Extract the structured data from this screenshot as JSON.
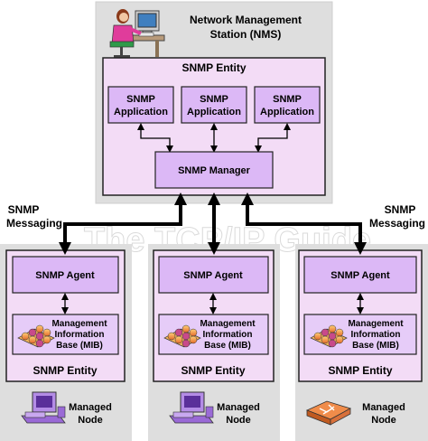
{
  "nms": {
    "title_line1": "Network Management",
    "title_line2": "Station (NMS)",
    "entity_label": "SNMP Entity",
    "applications": [
      {
        "line1": "SNMP",
        "line2": "Application"
      },
      {
        "line1": "SNMP",
        "line2": "Application"
      },
      {
        "line1": "SNMP",
        "line2": "Application"
      }
    ],
    "manager_label": "SNMP Manager"
  },
  "messaging": {
    "left_line1": "SNMP",
    "left_line2": "Messaging",
    "right_line1": "SNMP",
    "right_line2": "Messaging"
  },
  "watermark": "The TCP/IP Guide",
  "managed_nodes": [
    {
      "agent_label": "SNMP Agent",
      "mib_line1": "Management",
      "mib_line2": "Information",
      "mib_line3": "Base (MIB)",
      "entity_label": "SNMP Entity",
      "node_line1": "Managed",
      "node_line2": "Node",
      "device_icon": "computer-icon"
    },
    {
      "agent_label": "SNMP Agent",
      "mib_line1": "Management",
      "mib_line2": "Information",
      "mib_line3": "Base (MIB)",
      "entity_label": "SNMP Entity",
      "node_line1": "Managed",
      "node_line2": "Node",
      "device_icon": "computer-icon"
    },
    {
      "agent_label": "SNMP Agent",
      "mib_line1": "Management",
      "mib_line2": "Information",
      "mib_line3": "Base (MIB)",
      "entity_label": "SNMP Entity",
      "node_line1": "Managed",
      "node_line2": "Node",
      "device_icon": "router-icon"
    }
  ],
  "colors": {
    "panel_gray": "#dedede",
    "entity_fill": "#f3dcf6",
    "box_fill": "#dcb8f6",
    "mib_fill": "#e6ccf8",
    "border": "#222222"
  }
}
